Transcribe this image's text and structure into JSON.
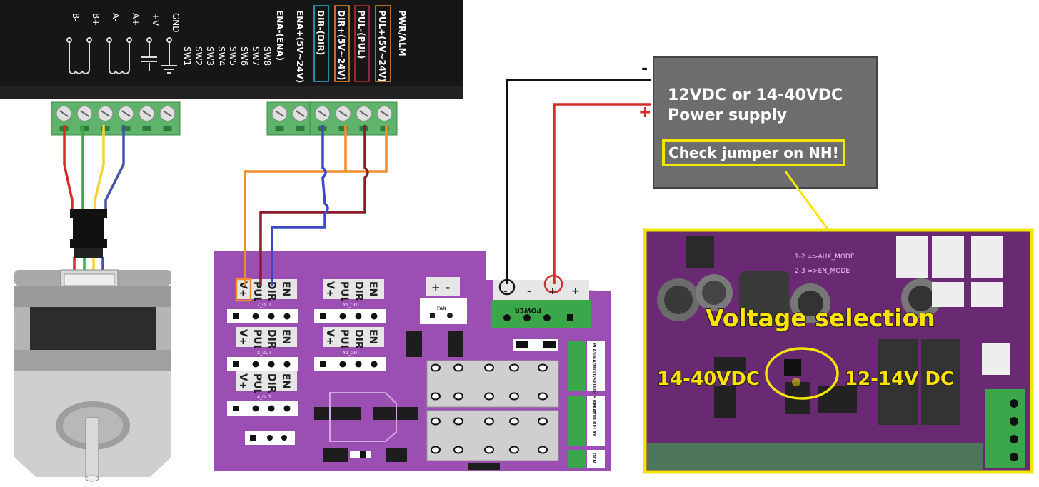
{
  "driver": {
    "motor_terminals": [
      "B-",
      "B+",
      "A-",
      "A+",
      "+V",
      "GND"
    ],
    "switches": [
      "SW8",
      "SW7",
      "SW6",
      "SW5",
      "SW4",
      "SW3",
      "SW2",
      "SW1"
    ],
    "signal_terminals": [
      "ENA-(ENA)",
      "ENA+(5V~24V)",
      "DIR-(DIR)",
      "DIR+(5V~24V)",
      "PUL-(PUL)",
      "PUL+(5V~24V)",
      "PWR/ALM"
    ]
  },
  "power_supply": {
    "line1": "12VDC or 14-40VDC",
    "line2": "Power supply",
    "check": "Check jumper on NH!",
    "minus": "-",
    "plus": "+"
  },
  "board": {
    "axis_pins": [
      "V+",
      "PUL",
      "DIR",
      "EN"
    ],
    "axis_out": [
      "Z_OUT",
      "X_OUT",
      "A_OUT",
      "Y1_OUT",
      "Y2_OUT"
    ],
    "fan_label": "FAN",
    "fan_pins": [
      "+",
      "-"
    ],
    "power_label": "POWER",
    "power_pins": [
      "-",
      "-",
      "+",
      "+"
    ],
    "relay_labels": [
      "PLASMA/MIST/SPINDLE RELAY",
      "FLOOD RELAY"
    ],
    "dcm": "DCM"
  },
  "photo": {
    "voltage_selection": "Voltage selection",
    "left_label": "14-40VDC",
    "right_label": "12-14V DC"
  },
  "colors": {
    "purple": "#9c4fb3",
    "yellow": "#f3e600",
    "wire_red": "#d62b2b",
    "wire_orange": "#f28c28",
    "wire_blue": "#3b49c8",
    "wire_darkred": "#8b1a2b",
    "wire_green": "#3aa84a",
    "wire_yellow": "#f2d43a",
    "terminal_green": "#5fb46b"
  }
}
